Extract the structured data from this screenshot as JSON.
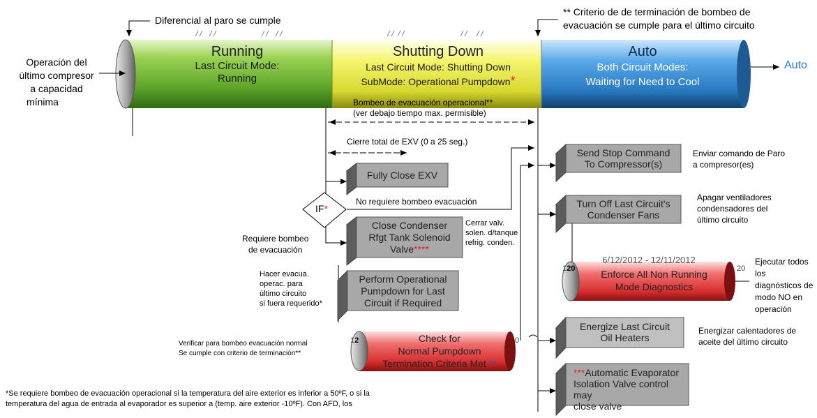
{
  "top_left_note": "Diferencial al paro se cumple",
  "top_right_note_line1": "** Criterio de de terminación de bombeo de",
  "top_right_note_line2": "evacuación se cumple para el último circuito",
  "left_note": [
    "Operación del",
    "último compresor",
    "a capacidad",
    "mínima"
  ],
  "segments": {
    "running": {
      "title": "Running",
      "line1": "Last Circuit Mode:",
      "line2": "Running",
      "color": "#7dc24a"
    },
    "shutting": {
      "title": "Shutting Down",
      "line1": "Last Circuit Mode: Shutting Down",
      "line2": "SubMode: Operational Pumpdown",
      "star": "*",
      "color": "#f0f060"
    },
    "auto": {
      "title": "Auto",
      "line1": "Both Circuit Modes:",
      "line2": "Waiting for Need to Cool",
      "color": "#3a8fd6"
    }
  },
  "auto_out_label": "Auto",
  "pumpdown_range_line1": "Bombeo de evacuación operacional**",
  "pumpdown_range_line2": "(ver debajo  tiempo max. permisible)",
  "exv_close_range": "Cierre total de  EXV (0 a 25 seg.)",
  "if_label": "IF",
  "if_star": "*",
  "no_pumpdown_label": "No requiere bombeo evacuación",
  "requires_pumpdown": [
    "Requiere bombeo",
    "de evacuación"
  ],
  "boxes": {
    "fully_close_exv": "Fully Close EXV",
    "close_condenser": [
      "Close Condenser",
      "Rfgt Tank Solenoid",
      "Valve"
    ],
    "close_condenser_star": "****",
    "perform_pumpdown": [
      "Perform Operational",
      "Pumpdown for Last",
      "Circuit if Required"
    ],
    "send_stop": [
      "Send Stop Command",
      "To Compressor(s)"
    ],
    "turn_off_fans": [
      "Turn Off Last Circuit's",
      "Condenser Fans"
    ],
    "energize_heaters": [
      "Energize Last Circuit",
      "Oil Heaters"
    ],
    "auto_evap_star": "***",
    "auto_evap": [
      "Automatic Evaporator",
      "Isolation Valve control may",
      "close valve"
    ]
  },
  "close_condenser_note": [
    "Cerrar valv.",
    "solen. d/tanque",
    "refrig. conden."
  ],
  "perform_note": [
    "Hacer evacua.",
    "operac. para",
    "último circuito",
    "si fuera requerido*"
  ],
  "check_cylinder": {
    "line1": "Check for",
    "line2": "Normal Pumpdown",
    "line3": "Termination Criteria Met",
    "star": "**",
    "left_num": "1",
    "left_num2": "2",
    "right_num": "0"
  },
  "check_note": [
    "Verificar para bombeo evacuación normal",
    "Se cumple con criterio de terminación**"
  ],
  "enforce_cylinder": {
    "overlay": "6/12/2012 - 12/11/2012",
    "line1": "Enforce All Non Running",
    "line2": "Mode Diagnostics",
    "left_num": "1",
    "left_num2": "20",
    "right_num": "20"
  },
  "right_notes": {
    "send_stop": [
      "Enviar comando de Paro",
      "a compresor(es)"
    ],
    "turn_off_fans": [
      "Apagar ventiladores",
      "condensadores del",
      "último circuito"
    ],
    "enforce": [
      "Ejecutar todos los",
      "diagnósticos de",
      "modo NO en",
      "operación"
    ],
    "heaters": [
      "Energizar calentadores de",
      "aceite del último circuito"
    ]
  },
  "footnote_line1": "*Se requiere bombeo de evacuación operacional si la temperatura del aire exterior es inferior a 50ºF, o si la",
  "footnote_line2": "temperatura del agua de entrada al evaporador es superior a (temp. aire exterior -10ºF).  Con AFD, los"
}
